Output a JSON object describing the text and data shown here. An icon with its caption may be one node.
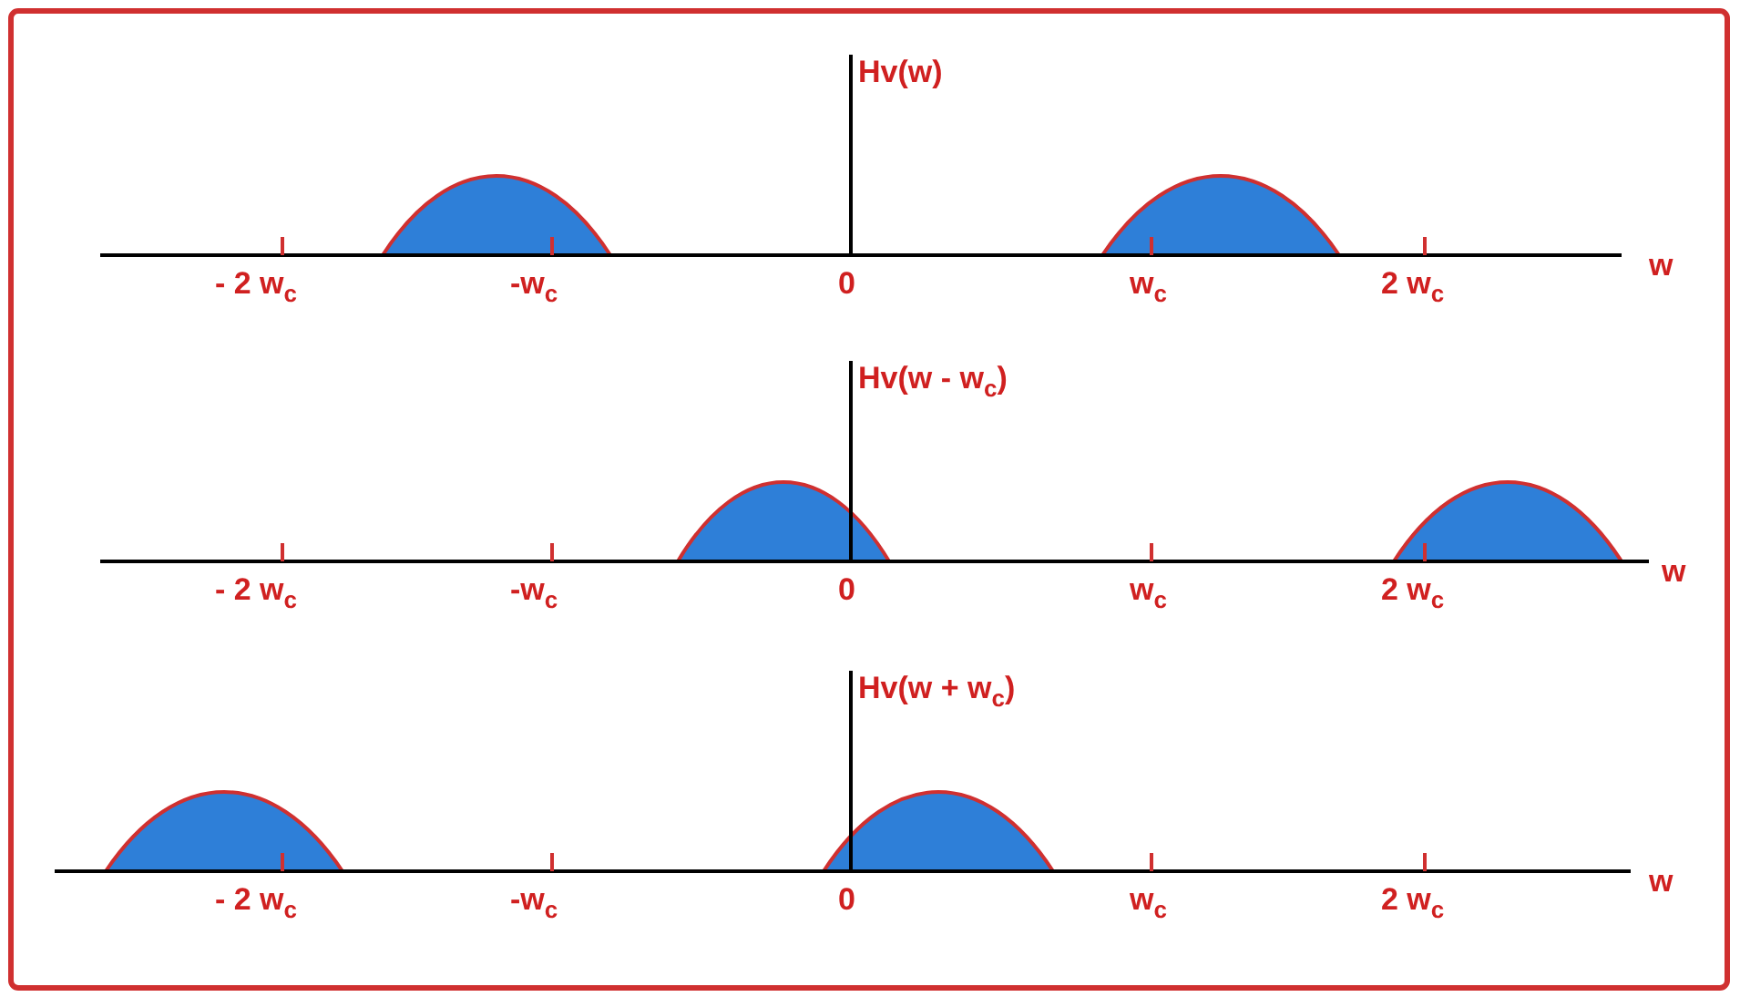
{
  "diagram": {
    "labels": [
      "Hv(w)",
      "- 2 w$_{c}$",
      "-w$_{c}$",
      "0",
      "w$_{c}$",
      "2 w$_{c}$",
      "w",
      "Hv(w -  w$_{c}$)",
      "- 2 w$_{c}$",
      "-w$_{c}$",
      "0",
      "w$_{c}$",
      "2 w$_{c}$",
      "w",
      "Hv(w + w$_{c}$)",
      "- 2 w$_{c}$",
      "-w$_{c}$",
      "0",
      "w$_{c}$",
      "2 w$_{c}$",
      "w"
    ]
  }
}
